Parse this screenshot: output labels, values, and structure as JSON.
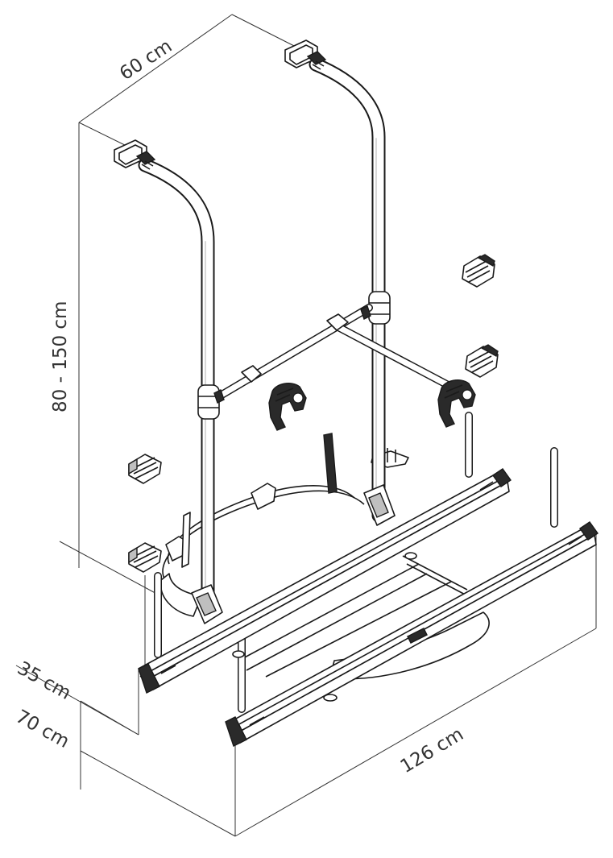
{
  "dimensions": {
    "width": "60 cm",
    "height": "80 - 150 cm",
    "rail_offset": "35 cm",
    "base_height": "70 cm",
    "length": "126 cm"
  }
}
